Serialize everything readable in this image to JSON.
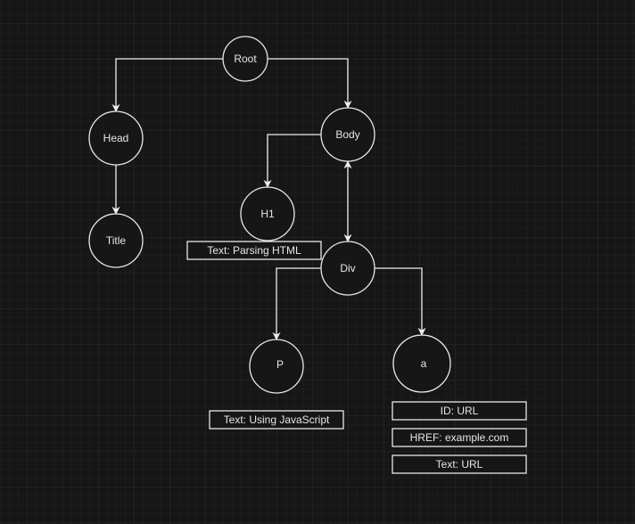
{
  "nodes": {
    "root": "Root",
    "head": "Head",
    "title": "Title",
    "body": "Body",
    "h1": "H1",
    "div": "Div",
    "p": "P",
    "a": "a"
  },
  "attributes": {
    "h1_text": "Text: Parsing HTML",
    "p_text": "Text: Using JavaScript",
    "a_id": "ID: URL",
    "a_href": "HREF: example.com",
    "a_text": "Text: URL"
  },
  "colors": {
    "background": "#161616",
    "stroke": "#e8e8e8"
  }
}
